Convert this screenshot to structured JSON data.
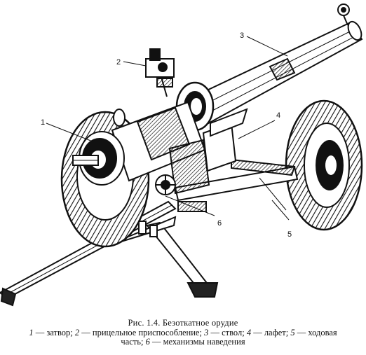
{
  "figure": {
    "callouts": [
      {
        "id": "1",
        "text": "1"
      },
      {
        "id": "2",
        "text": "2"
      },
      {
        "id": "3",
        "text": "3"
      },
      {
        "id": "4",
        "text": "4"
      },
      {
        "id": "5",
        "text": "5"
      },
      {
        "id": "6",
        "text": "6"
      }
    ]
  },
  "caption": {
    "title": "Рис. 1.4.  Безоткатное орудие",
    "legend_line1": [
      {
        "num": "1",
        "text": " — затвор; "
      },
      {
        "num": "2",
        "text": " — прицельное приспособление; "
      },
      {
        "num": "3",
        "text": " — ствол; "
      },
      {
        "num": "4",
        "text": " — лафет; "
      },
      {
        "num": "5",
        "text": " — ходовая"
      }
    ],
    "legend_line2_prefix": "часть; ",
    "legend_line2": [
      {
        "num": "6",
        "text": " — механизмы наведения"
      }
    ]
  }
}
